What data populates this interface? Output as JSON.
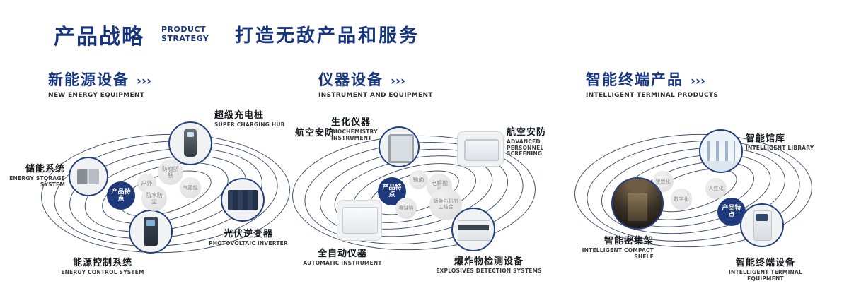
{
  "header": {
    "title_cn": "产品战略",
    "title_en1": "PRODUCT",
    "title_en2": "STRATEGY",
    "tagline": "打造无敌产品和服务"
  },
  "arrow": "›››",
  "sections": [
    {
      "title": "新能源设备",
      "subtitle": "NEW ENERGY EQUIPMENT",
      "badge": "产品特点",
      "features": [
        "户外",
        "防腐防锈",
        "气密性",
        "防水防尘"
      ],
      "products": [
        {
          "name": "储能系统",
          "en": "ENERGY STORAGE SYSTEM"
        },
        {
          "name": "超级充电桩",
          "en": "SUPER CHARGING HUB"
        },
        {
          "name": "光伏逆变器",
          "en": "PHOTOVOLTAIC INVERTER"
        },
        {
          "name": "能源控制系统",
          "en": "ENERGY CONTROL SYSTEM"
        }
      ]
    },
    {
      "title": "仪器设备",
      "subtitle": "INSTRUMENT AND EQUIPMENT",
      "badge": "产品特点",
      "side_label": "航空安防",
      "features": [
        "镜面",
        "电解抛光",
        "零缺陷",
        "钣金与机加工结合"
      ],
      "products": [
        {
          "name": "生化仪器",
          "en": "BIOCHEMISTRY INSTRUMENT"
        },
        {
          "name": "航空安防",
          "en": "ADVANCED PERSONNEL SCREENING"
        },
        {
          "name": "全自动仪器",
          "en": "AUTOMATIC INSTRUMENT"
        },
        {
          "name": "爆炸物检测设备",
          "en": "EXPLOSIVES DETECTION SYSTEMS"
        }
      ]
    },
    {
      "title": "智能终端产品",
      "subtitle": "INTELLIGENT TERMINAL PRODUCTS",
      "badge": "产品特点",
      "features": [
        "智慧化",
        "人性化",
        "数字化"
      ],
      "products": [
        {
          "name": "智能馆库",
          "en": "INTELLIGENT LIBRARY"
        },
        {
          "name": "智能密集架",
          "en": "INTELLIGENT COMPACT SHELF"
        },
        {
          "name": "智能终端设备",
          "en": "INTELLIGENT TERMINAL EQUIPMENT"
        }
      ]
    }
  ],
  "colors": {
    "navy": "#16357e",
    "badge_bg": "#1e3a7c",
    "orbit_line": "#41506f",
    "bubble_bg": "#e4e4e4",
    "bubble_text": "#8b8b8b",
    "ink": "#14171c"
  }
}
